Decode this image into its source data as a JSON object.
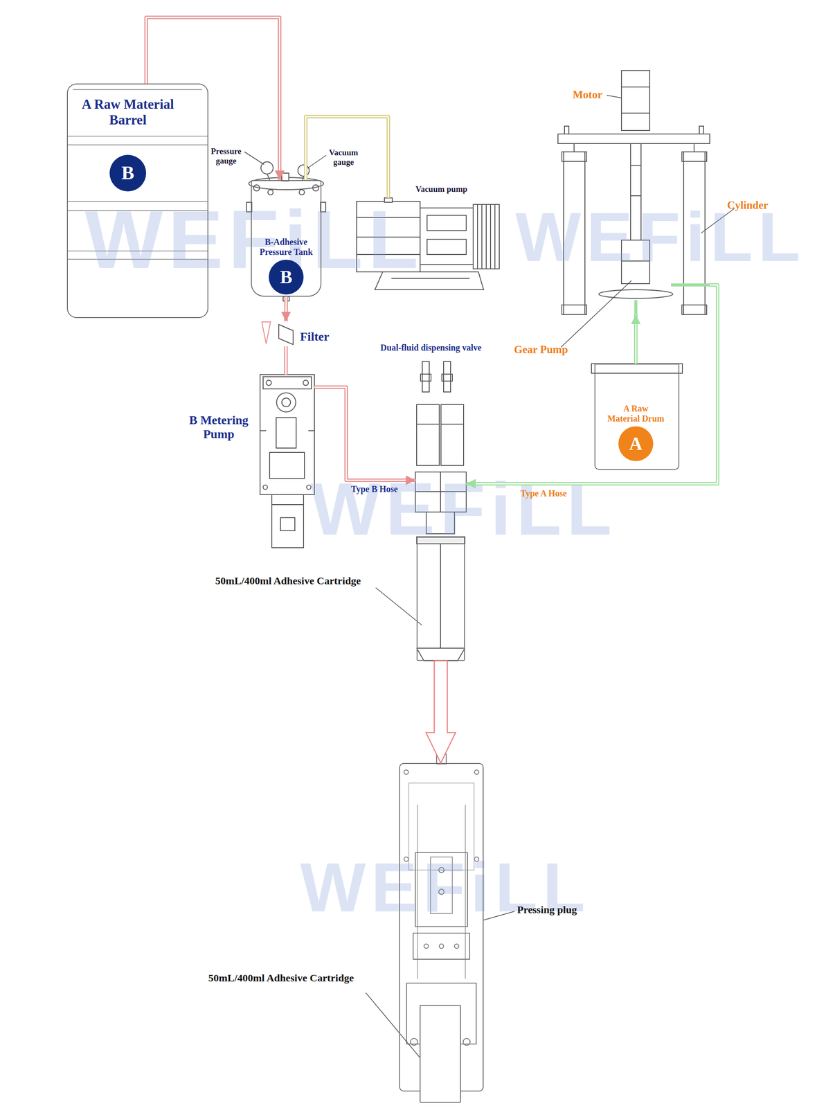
{
  "diagram": {
    "nodes": [
      {
        "text": [
          "A Raw Material Barrel"
        ]
      },
      {
        "text": [
          "B"
        ],
        "in": 0
      },
      {
        "text": [
          "B-Adhesive Pressure Tank"
        ]
      },
      {
        "text": [
          "B"
        ],
        "in": 2
      },
      {
        "text": [
          "Vacuum pump"
        ]
      },
      {
        "text": [
          "Filter"
        ]
      },
      {
        "text": [
          "B Metering Pump"
        ]
      },
      {
        "text": [
          "Dual-fluid dispensing valve"
        ]
      },
      {
        "text": [
          "50mL/400ml Adhesive Cartridge"
        ]
      },
      {
        "text": [
          "Gear Pump"
        ]
      },
      {
        "text": [
          "A Raw Material Drum"
        ]
      },
      {
        "text": [
          "A"
        ],
        "in": 10
      },
      {
        "text": [
          "Pressing plug"
        ]
      },
      {
        "text": [
          "50mL/400ml Adhesive Cartridge"
        ],
        "in": 12
      }
    ],
    "edges": [
      {
        "from": 0,
        "to": 2,
        "arrow": "to"
      },
      {
        "from": 4,
        "to": 2,
        "arrow": "none"
      },
      {
        "from": 2,
        "to": 5,
        "arrow": "to"
      },
      {
        "from": 5,
        "to": 6,
        "arrow": "none"
      },
      {
        "from": 6,
        "to": 7,
        "arrow": "to",
        "label": "Type B Hose"
      },
      {
        "from": 10,
        "to": 9,
        "arrow": "to"
      },
      {
        "from": 9,
        "to": 7,
        "arrow": "to",
        "label": "Type A Hose"
      },
      {
        "from": 8,
        "to": 12,
        "arrow": "to"
      }
    ],
    "labels": [
      "Pressure gauge",
      "Vacuum gauge",
      "Motor",
      "Cylinder",
      "WEFiLL",
      "WEFiLL",
      "WEFiLL",
      "WEFiLL"
    ]
  }
}
